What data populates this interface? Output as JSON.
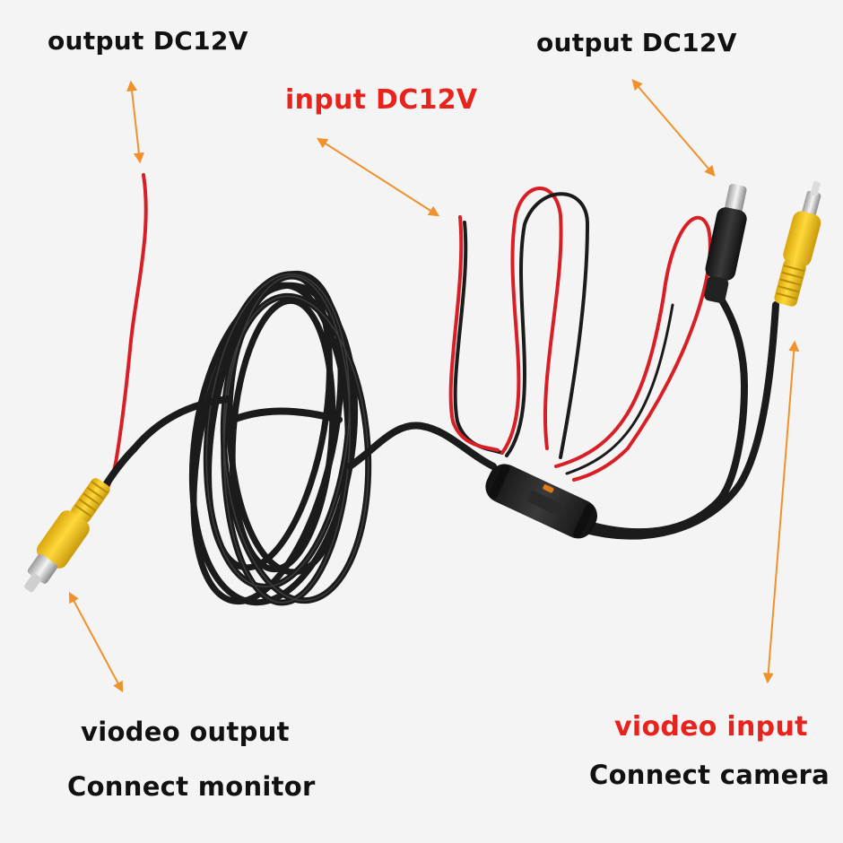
{
  "labels": {
    "output_left": "output DC12V",
    "output_right": "output DC12V",
    "input": "input DC12V",
    "video_output": "viodeo output",
    "connect_monitor": "Connect monitor",
    "video_input": "viodeo input",
    "connect_camera": "Connect camera"
  },
  "colors": {
    "background": "#f4f4f4",
    "label_black": "#111111",
    "label_red": "#e8231e",
    "arrow": "#f0912c",
    "cable_black": "#1b1b1b",
    "wire_red": "#d81f26",
    "rca_yellow": "#f2c417"
  }
}
